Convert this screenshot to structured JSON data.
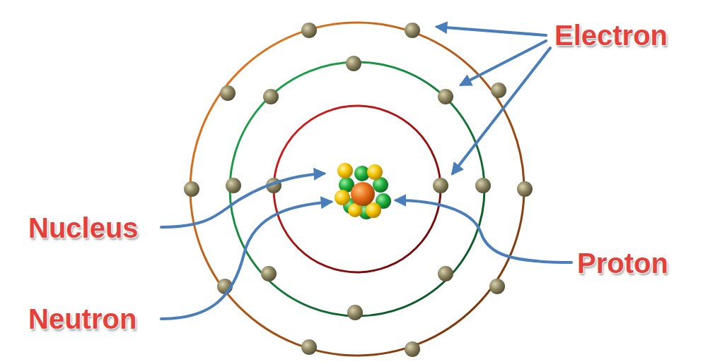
{
  "diagram": {
    "labels": [
      "Electron",
      "Nucleus",
      "Neutron",
      "Proton"
    ]
  }
}
